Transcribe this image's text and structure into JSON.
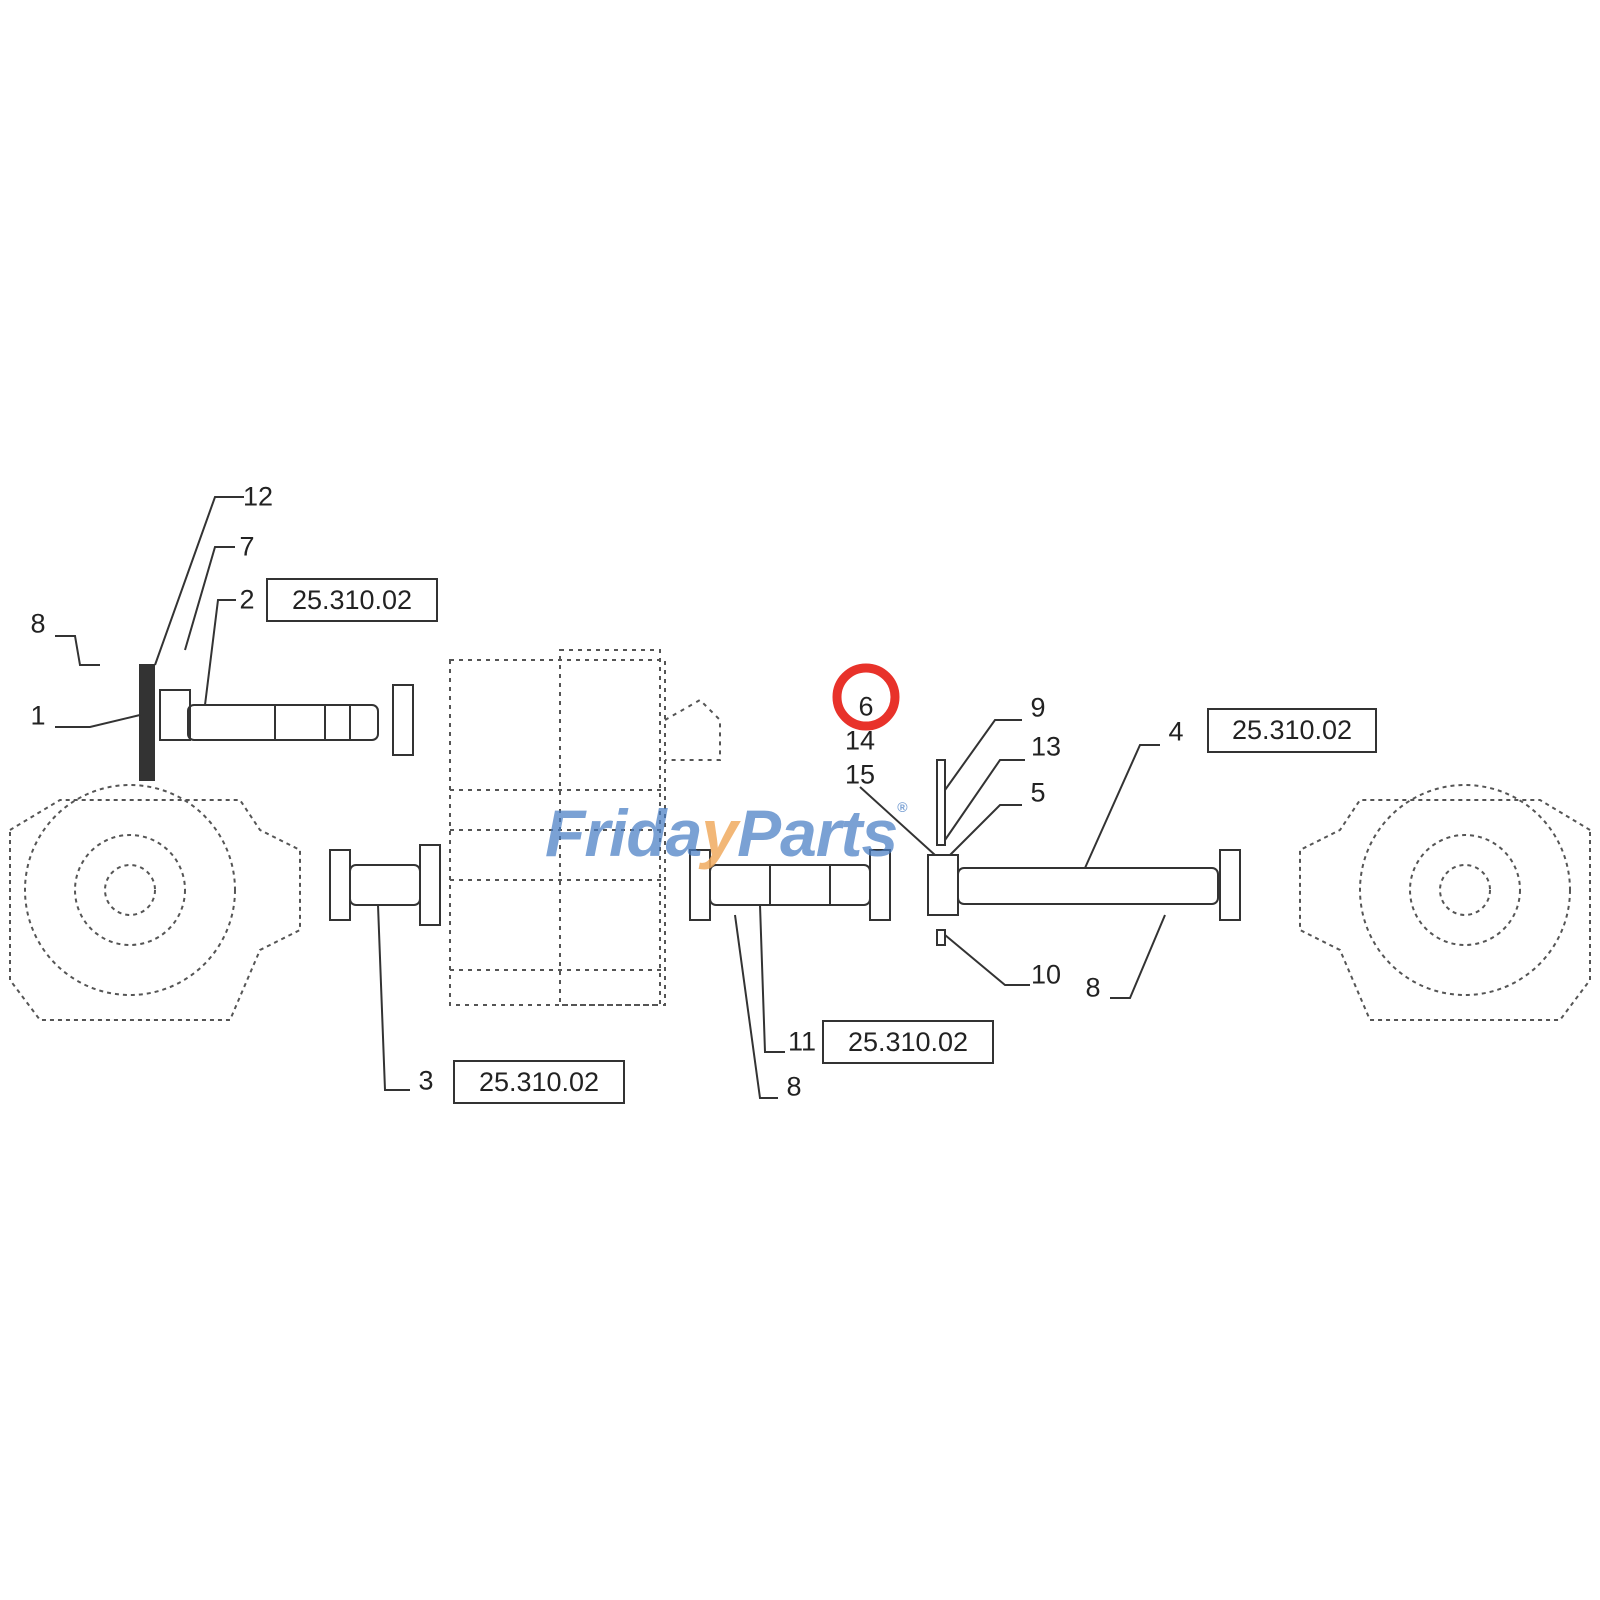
{
  "diagram": {
    "callouts": [
      {
        "id": "c12",
        "text": "12"
      },
      {
        "id": "c7",
        "text": "7"
      },
      {
        "id": "c2",
        "text": "2"
      },
      {
        "id": "c8a",
        "text": "8"
      },
      {
        "id": "c1",
        "text": "1"
      },
      {
        "id": "c6",
        "text": "6"
      },
      {
        "id": "c14",
        "text": "14"
      },
      {
        "id": "c15",
        "text": "15"
      },
      {
        "id": "c9",
        "text": "9"
      },
      {
        "id": "c13",
        "text": "13"
      },
      {
        "id": "c5",
        "text": "5"
      },
      {
        "id": "c4",
        "text": "4"
      },
      {
        "id": "c10",
        "text": "10"
      },
      {
        "id": "c8b",
        "text": "8"
      },
      {
        "id": "c11",
        "text": "11"
      },
      {
        "id": "c8c",
        "text": "8"
      },
      {
        "id": "c3",
        "text": "3"
      }
    ],
    "references": [
      {
        "text": "25.310.02"
      },
      {
        "text": "25.310.02"
      },
      {
        "text": "25.310.02"
      },
      {
        "text": "25.310.02"
      }
    ],
    "highlight": {
      "callout": "6",
      "color": "#e8322a"
    }
  },
  "watermark": {
    "part1": "Frida",
    "check": "y",
    "part2": "Parts",
    "mark": "®",
    "color": "#467dc3",
    "accent": "#f0aa5f"
  }
}
